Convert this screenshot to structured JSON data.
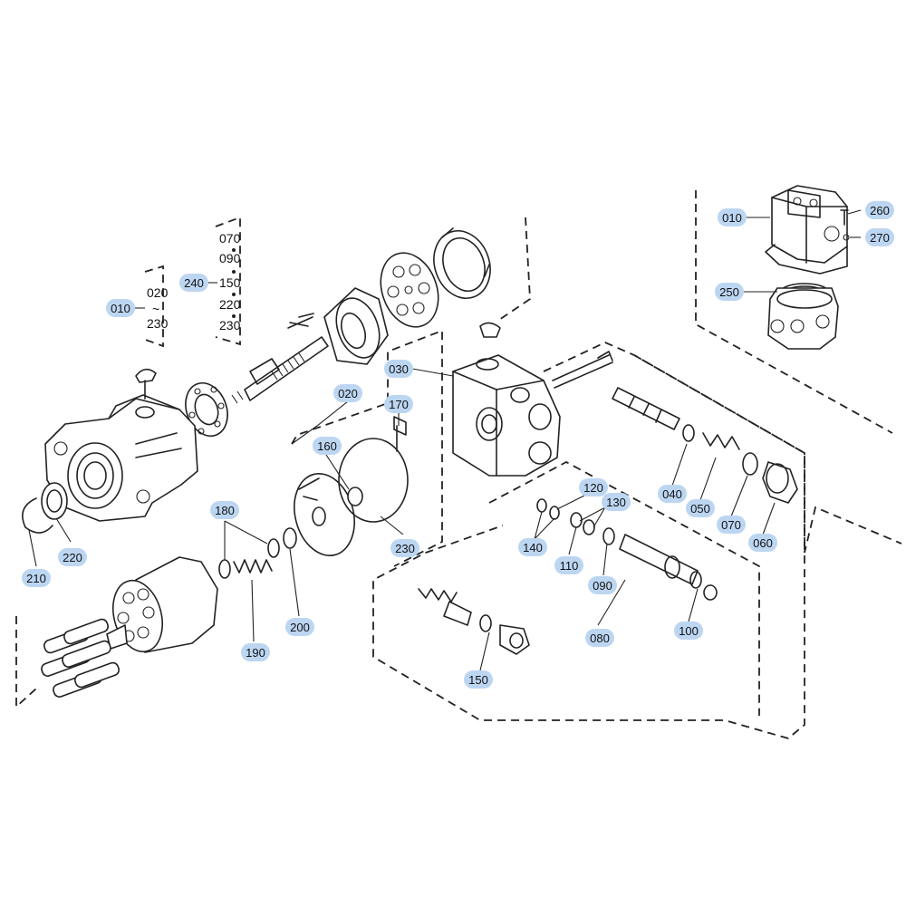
{
  "diagram": {
    "bracket_group_010": {
      "label": "010",
      "top": "020",
      "range_mark": "~",
      "bottom": "230"
    },
    "bracket_group_240": {
      "label": "240",
      "items": [
        "070",
        "090",
        "150",
        "220",
        "230"
      ]
    },
    "callouts": {
      "c010": "010",
      "c260": "260",
      "c270": "270",
      "c250": "250",
      "c030": "030",
      "c020": "020",
      "c170": "170",
      "c160": "160",
      "c040": "040",
      "c050": "050",
      "c070": "070",
      "c060": "060",
      "c120": "120",
      "c130": "130",
      "c140": "140",
      "c110": "110",
      "c090": "090",
      "c100": "100",
      "c080": "080",
      "c150": "150",
      "c230": "230",
      "c180": "180",
      "c190": "190",
      "c200": "200",
      "c220": "220",
      "c210": "210"
    }
  }
}
